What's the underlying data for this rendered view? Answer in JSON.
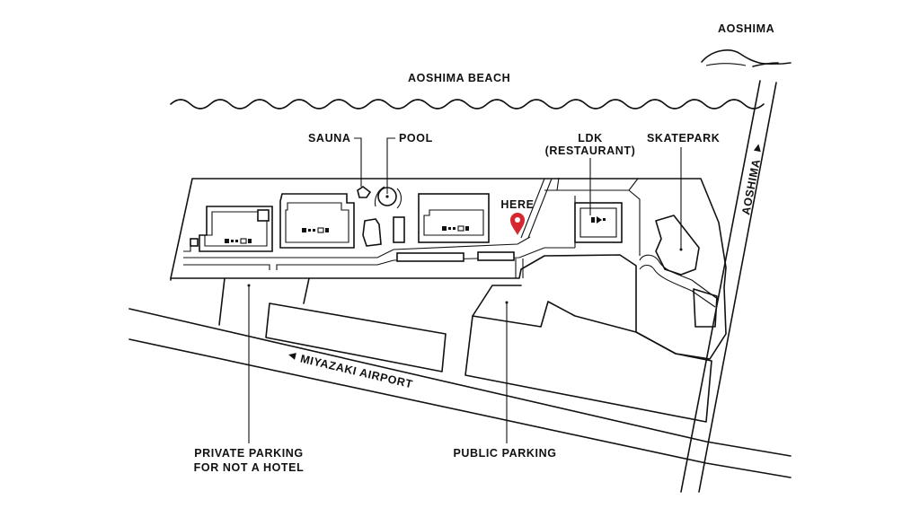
{
  "labels": {
    "aoshima_island": "AOSHIMA",
    "beach": "AOSHIMA BEACH",
    "sauna": "SAUNA",
    "pool": "POOL",
    "ldk_line1": "LDK",
    "ldk_line2": "(RESTAURANT)",
    "skatepark": "SKATEPARK",
    "here": "HERE",
    "aoshima_road": "AOSHIMA",
    "airport_road": "MIYAZAKI AIRPORT",
    "private_parking_line1": "PRIVATE PARKING",
    "private_parking_line2": "FOR NOT A HOTEL",
    "public_parking": "PUBLIC PARKING"
  },
  "icons": {
    "here_marker": "map-pin-icon",
    "aoshima_direction": "triangle-right-icon",
    "airport_direction": "triangle-left-icon"
  },
  "colors": {
    "ink": "#111111",
    "marker": "#d6262f",
    "background": "#ffffff"
  }
}
